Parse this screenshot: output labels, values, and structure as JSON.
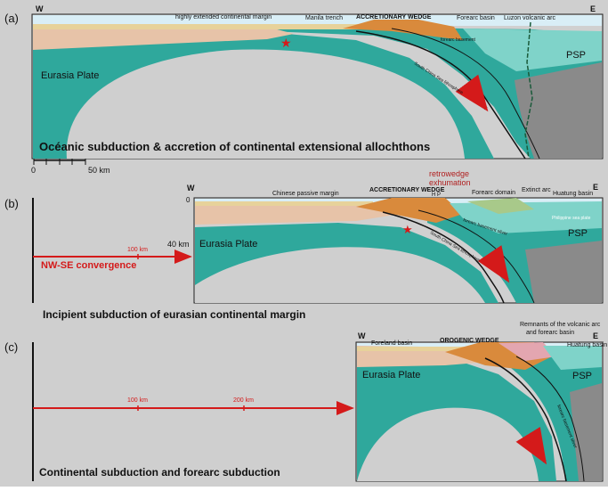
{
  "colors": {
    "page_bg": "#cfcfcf",
    "mantle_teal": "#2fa89c",
    "mantle_teal_light": "#7fd3c9",
    "sediment_tan": "#e7d29a",
    "crust_peach": "#e7c3a8",
    "wedge_orange": "#d98a3c",
    "gray_asth": "#8a8a8a",
    "light_gray": "#d0d0d0",
    "red": "#d41a1a",
    "sea_blue": "#bfe4f2"
  },
  "panel_a": {
    "letter": "(a)",
    "w": "W",
    "e": "E",
    "labels": {
      "margin": "highly extended continental margin",
      "trench": "Manila trench",
      "wedge": "ACCRETIONARY WEDGE",
      "forearc": "Forearc basin",
      "arc": "Luzon volcanic arc",
      "basement": "forearc basement",
      "slab": "South China Sea lithosphere",
      "plate": "Eurasia Plate",
      "psp": "PSP"
    },
    "caption": "Océanic subduction & accretion of continental extensional allochthons",
    "scale": {
      "zero": "0",
      "km": "50 km"
    }
  },
  "panel_b": {
    "letter": "(b)",
    "w": "W",
    "e": "E",
    "depth_top": "0",
    "depth_mid": "40 km",
    "labels": {
      "margin": "Chinese passive margin",
      "wedge": "ACCRETIONARY WEDGE",
      "hp": "H P",
      "retro1": "retrowedge",
      "retro2": "exhumation",
      "forearc": "Forearc domain",
      "arc": "Extinct arc",
      "huatung": "Huatung basin",
      "ps_plate": "Philippine sea plate",
      "basement": "forearc basement sliver",
      "slab": "South China Sea lithosphere",
      "plate": "Eurasia Plate",
      "psp": "PSP",
      "dist": "100 km",
      "arrow": "NW-SE convergence"
    },
    "caption": "Incipient subduction of eurasian continental margin"
  },
  "panel_c": {
    "letter": "(c)",
    "w": "W",
    "e": "E",
    "labels": {
      "foreland": "Foreland basin",
      "wedge": "OROGENIC WEDGE",
      "remnants1": "Remnants of the volcanic arc",
      "remnants2": "and forearc basin",
      "huatung": "Huatung basin",
      "slab": "forearc basement sliver",
      "plate": "Eurasia Plate",
      "psp": "PSP",
      "d100": "100 km",
      "d200": "200 km"
    },
    "caption": "Continental subduction and forearc subduction"
  }
}
